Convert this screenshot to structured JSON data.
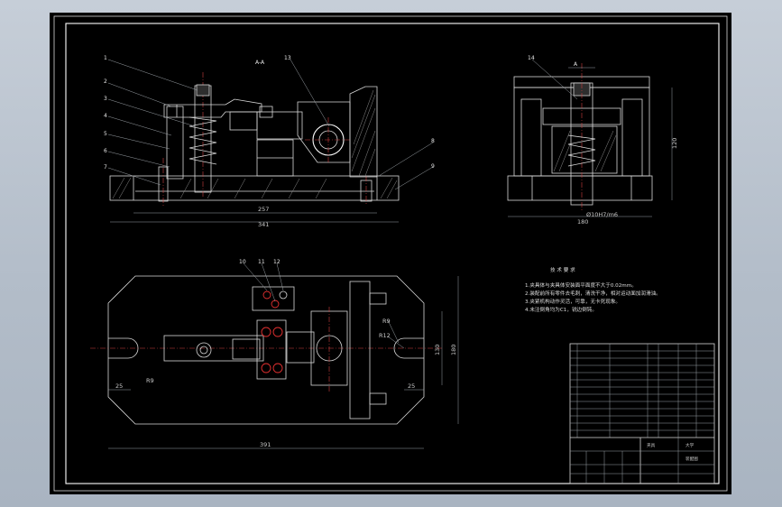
{
  "drawing": {
    "section_label": "A-A",
    "view_arrow_label": "A",
    "part_numbers": [
      "1",
      "2",
      "3",
      "4",
      "5",
      "6",
      "7",
      "8",
      "9",
      "10",
      "11",
      "12",
      "13",
      "14"
    ],
    "dimensions": {
      "front_width_257": "257",
      "front_width_341": "341",
      "side_width_180": "180",
      "side_height_120": "120",
      "fit": "Ø10H7/m6",
      "plan_width_391": "391",
      "plan_height_130": "130",
      "plan_height_180": "180",
      "plan_left_25": "25",
      "plan_right_25": "25",
      "plan_r9": "R9",
      "plan_r12": "R12",
      "plan_r9_right": "R9"
    },
    "tech_title": "技 术 要 求",
    "tech_notes": [
      "1.夹具体与夹具体安装面平面度不大于0.02mm。",
      "2.装配前所有零件去毛刺，清洗干净，相对运动面加润滑油。",
      "3.夹紧机构动作灵活，可靠，无卡死现象。",
      "4.未注倒角均为C1，锐边倒钝。"
    ],
    "title_block": {
      "name": "夹具",
      "school": "大学",
      "drawing_no": "装配图"
    },
    "colors": {
      "paper": "#000000",
      "line": "#d8d8d8",
      "center": "#d04040",
      "highlight": "#e53030"
    }
  }
}
